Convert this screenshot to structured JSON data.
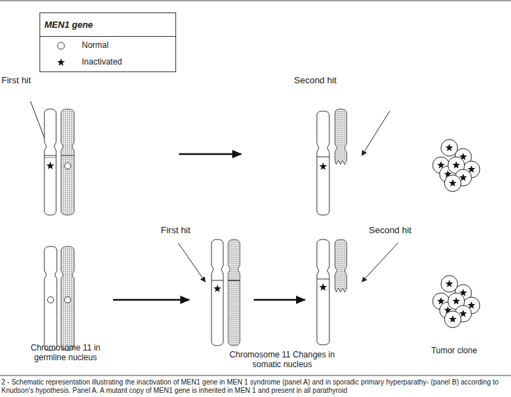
{
  "diagram": {
    "caption": "2 - Schematic representation illustrating the inactivation of MEN1 gene in MEN 1 syndrome (panel A) and in sporadic primary hyperparathy- (panel B) according to Knudson's hypothesis. Panel A. A mutant copy of MEN1 gene is inherited in MEN 1 and present in all parathyroid",
    "labels": [
      "MEN1 gene",
      "First hit",
      "Second hit",
      "First hit",
      "Second hit",
      "Chromosome 11 in germline nucleus",
      "Chromosome 11 Changes in somatic nucleus",
      "Tumor clone"
    ],
    "legend": [
      {
        "text": "Normal"
      },
      {
        "text": "Inactivated"
      }
    ]
  }
}
